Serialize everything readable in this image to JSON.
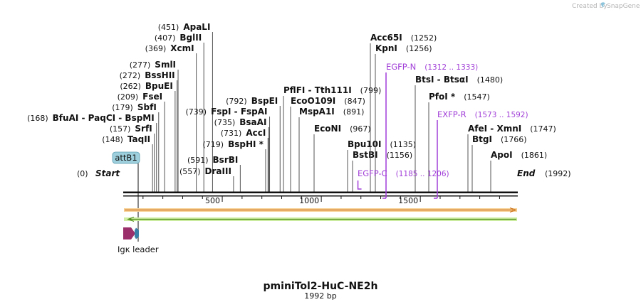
{
  "credit": {
    "prefix": "Created by",
    "brand": "SnapGene"
  },
  "plasmid": {
    "name": "pminiTol2-HuC-NE2h",
    "length_label": "1992 bp",
    "length": 1992
  },
  "ruler": {
    "ticks": [
      500,
      1000,
      1500
    ]
  },
  "ends": {
    "start": {
      "label": "Start",
      "pos": 0,
      "pos_label": "(0)"
    },
    "end": {
      "label": "End",
      "pos": 1992,
      "pos_label": "(1992)"
    }
  },
  "sites": [
    {
      "label": "TaqII",
      "pos": 148,
      "pos_label": "(148)"
    },
    {
      "label": "SrfI",
      "pos": 157,
      "pos_label": "(157)"
    },
    {
      "label": "BfuAI  -  PaqCI  -  BspMI",
      "pos": 168,
      "pos_label": "(168)"
    },
    {
      "label": "SbfI",
      "pos": 179,
      "pos_label": "(179)"
    },
    {
      "label": "FseI",
      "pos": 209,
      "pos_label": "(209)"
    },
    {
      "label": "BpuEI",
      "pos": 262,
      "pos_label": "(262)"
    },
    {
      "label": "BssHII",
      "pos": 272,
      "pos_label": "(272)"
    },
    {
      "label": "SmlI",
      "pos": 277,
      "pos_label": "(277)"
    },
    {
      "label": "XcmI",
      "pos": 369,
      "pos_label": "(369)"
    },
    {
      "label": "BglII",
      "pos": 407,
      "pos_label": "(407)"
    },
    {
      "label": "ApaLI",
      "pos": 451,
      "pos_label": "(451)"
    },
    {
      "label": "DraIII",
      "pos": 557,
      "pos_label": "(557)"
    },
    {
      "label": "BsrBI",
      "pos": 591,
      "pos_label": "(591)"
    },
    {
      "label": "BspHI *",
      "pos": 719,
      "pos_label": "(719)"
    },
    {
      "label": "AccI",
      "pos": 731,
      "pos_label": "(731)"
    },
    {
      "label": "BsaAI",
      "pos": 735,
      "pos_label": "(735)"
    },
    {
      "label": "FspI  -  FspAI",
      "pos": 739,
      "pos_label": "(739)"
    },
    {
      "label": "BspEI",
      "pos": 792,
      "pos_label": "(792)"
    },
    {
      "label": "PflFI  -  Tth111I",
      "pos": 799,
      "pos_label": "(799)"
    },
    {
      "label": "EcoO109I",
      "pos": 847,
      "pos_label": "(847)"
    },
    {
      "label": "MspA1I",
      "pos": 891,
      "pos_label": "(891)"
    },
    {
      "label": "EcoNI",
      "pos": 967,
      "pos_label": "(967)"
    },
    {
      "label": "Bpu10I",
      "pos": 1135,
      "pos_label": "(1135)"
    },
    {
      "label": "BstBI",
      "pos": 1156,
      "pos_label": "(1156)"
    },
    {
      "label": "Acc65I",
      "pos": 1252,
      "pos_label": "(1252)"
    },
    {
      "label": "KpnI",
      "pos": 1256,
      "pos_label": "(1256)"
    },
    {
      "label": "BtsI  -  BtsαI",
      "pos": 1480,
      "pos_label": "(1480)"
    },
    {
      "label": "PfoI *",
      "pos": 1547,
      "pos_label": "(1547)"
    },
    {
      "label": "AfeI  -  XmnI",
      "pos": 1747,
      "pos_label": "(1747)"
    },
    {
      "label": "BtgI",
      "pos": 1766,
      "pos_label": "(1766)"
    },
    {
      "label": "ApoI",
      "pos": 1861,
      "pos_label": "(1861)"
    }
  ],
  "primers": [
    {
      "label": "EGFP-N",
      "range": "(1312 .. 1333)",
      "start": 1312,
      "end": 1333
    },
    {
      "label": "EXFP-R",
      "range": "(1573 .. 1592)",
      "start": 1573,
      "end": 1592
    },
    {
      "label": "EGFP-C",
      "range": "(1185 .. 1206)",
      "start": 1185,
      "end": 1206
    }
  ],
  "features": {
    "attb1": {
      "label": "attB1",
      "color": "#9dd0dc",
      "pos": 75
    },
    "igk": {
      "label": "Igκ leader",
      "color": "#9b2f6b",
      "accent": "#3a7fa8"
    }
  },
  "colors": {
    "primer": "#a13fd8",
    "forward_bar": "#f2a43a",
    "reverse_bar": "#9ed83e"
  }
}
